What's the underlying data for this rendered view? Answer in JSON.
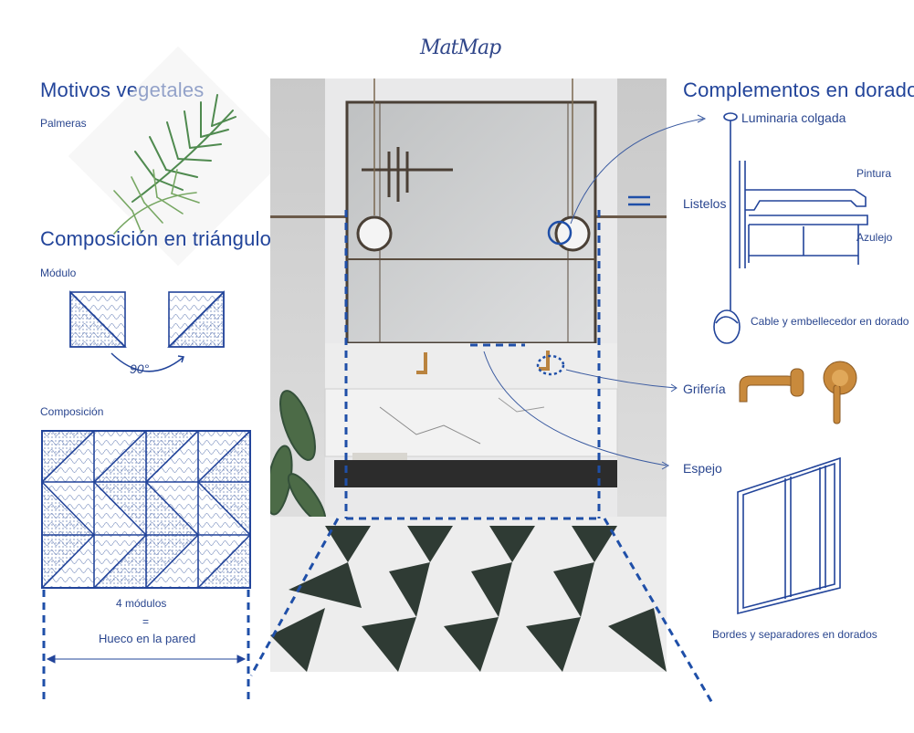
{
  "logo": "MatMap",
  "left": {
    "vegetal_title": "Motivos vegetales",
    "palmeras": "Palmeras",
    "triangle_title": "Composición en triángulo",
    "modulo": "Módulo",
    "rotation": "90°",
    "composicion": "Composición",
    "modules_count": "4 módulos",
    "equals": "=",
    "wall_gap": "Hueco en la pared"
  },
  "right": {
    "title": "Complementos en dorado",
    "luminaria": "Luminaria colgada",
    "listelos": "Listelos",
    "pintura": "Pintura",
    "azulejo": "Azulejo",
    "cable": "Cable y embellecedor en dorado",
    "griferia": "Grifería",
    "espejo": "Espejo",
    "bordes": "Bordes y separadores en dorados"
  },
  "colors": {
    "ink": "#22449a",
    "dash": "#1f4fa8",
    "gold": "#c98a3c",
    "marble_dark": "#2f3b34"
  }
}
